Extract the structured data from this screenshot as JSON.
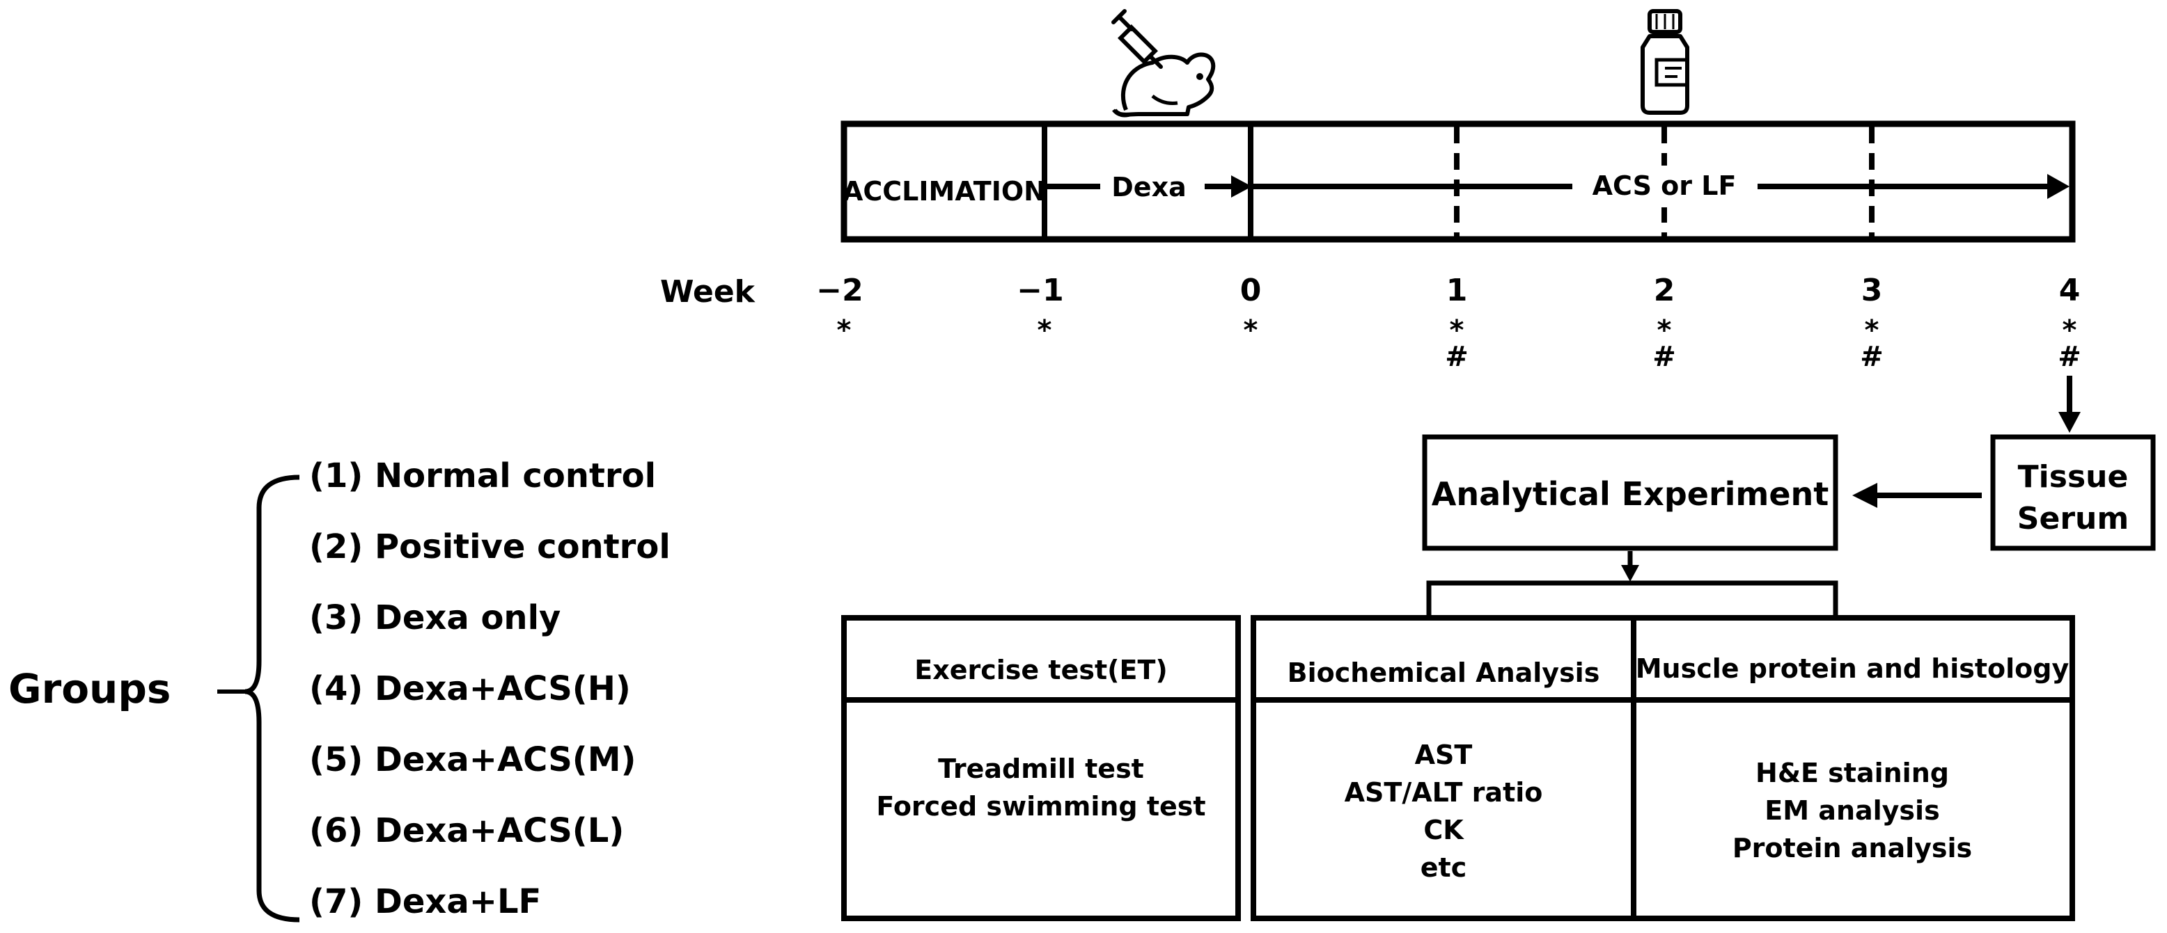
{
  "timeline": {
    "acclimation_label": "ACCLIMATION",
    "dexa_label": "Dexa",
    "treatment_label": "ACS or LF",
    "week_label": "Week",
    "weeks": [
      "−2",
      "−1",
      "0",
      "1",
      "2",
      "3",
      "4"
    ],
    "star_marker": "*",
    "hash_marker": "#"
  },
  "icons": {
    "injection": "mouse-with-syringe-icon",
    "bottle": "medicine-bottle-icon"
  },
  "groups": {
    "title": "Groups",
    "items": [
      "(1) Normal control",
      "(2) Positive control",
      "(3) Dexa only",
      "(4) Dexa+ACS(H)",
      "(5) Dexa+ACS(M)",
      "(6) Dexa+ACS(L)",
      "(7) Dexa+LF"
    ]
  },
  "analysis": {
    "tissue_line1": "Tissue",
    "tissue_line2": "Serum",
    "analytical_title": "Analytical Experiment",
    "exercise": {
      "header": "Exercise test(ET)",
      "items": [
        "Treadmill test",
        "Forced swimming test"
      ]
    },
    "biochemical": {
      "header": "Biochemical Analysis",
      "items": [
        "AST",
        "AST/ALT ratio",
        "CK",
        "etc"
      ]
    },
    "muscle": {
      "header": "Muscle protein and histology",
      "items": [
        "H&E staining",
        "EM analysis",
        "Protein analysis"
      ]
    }
  }
}
